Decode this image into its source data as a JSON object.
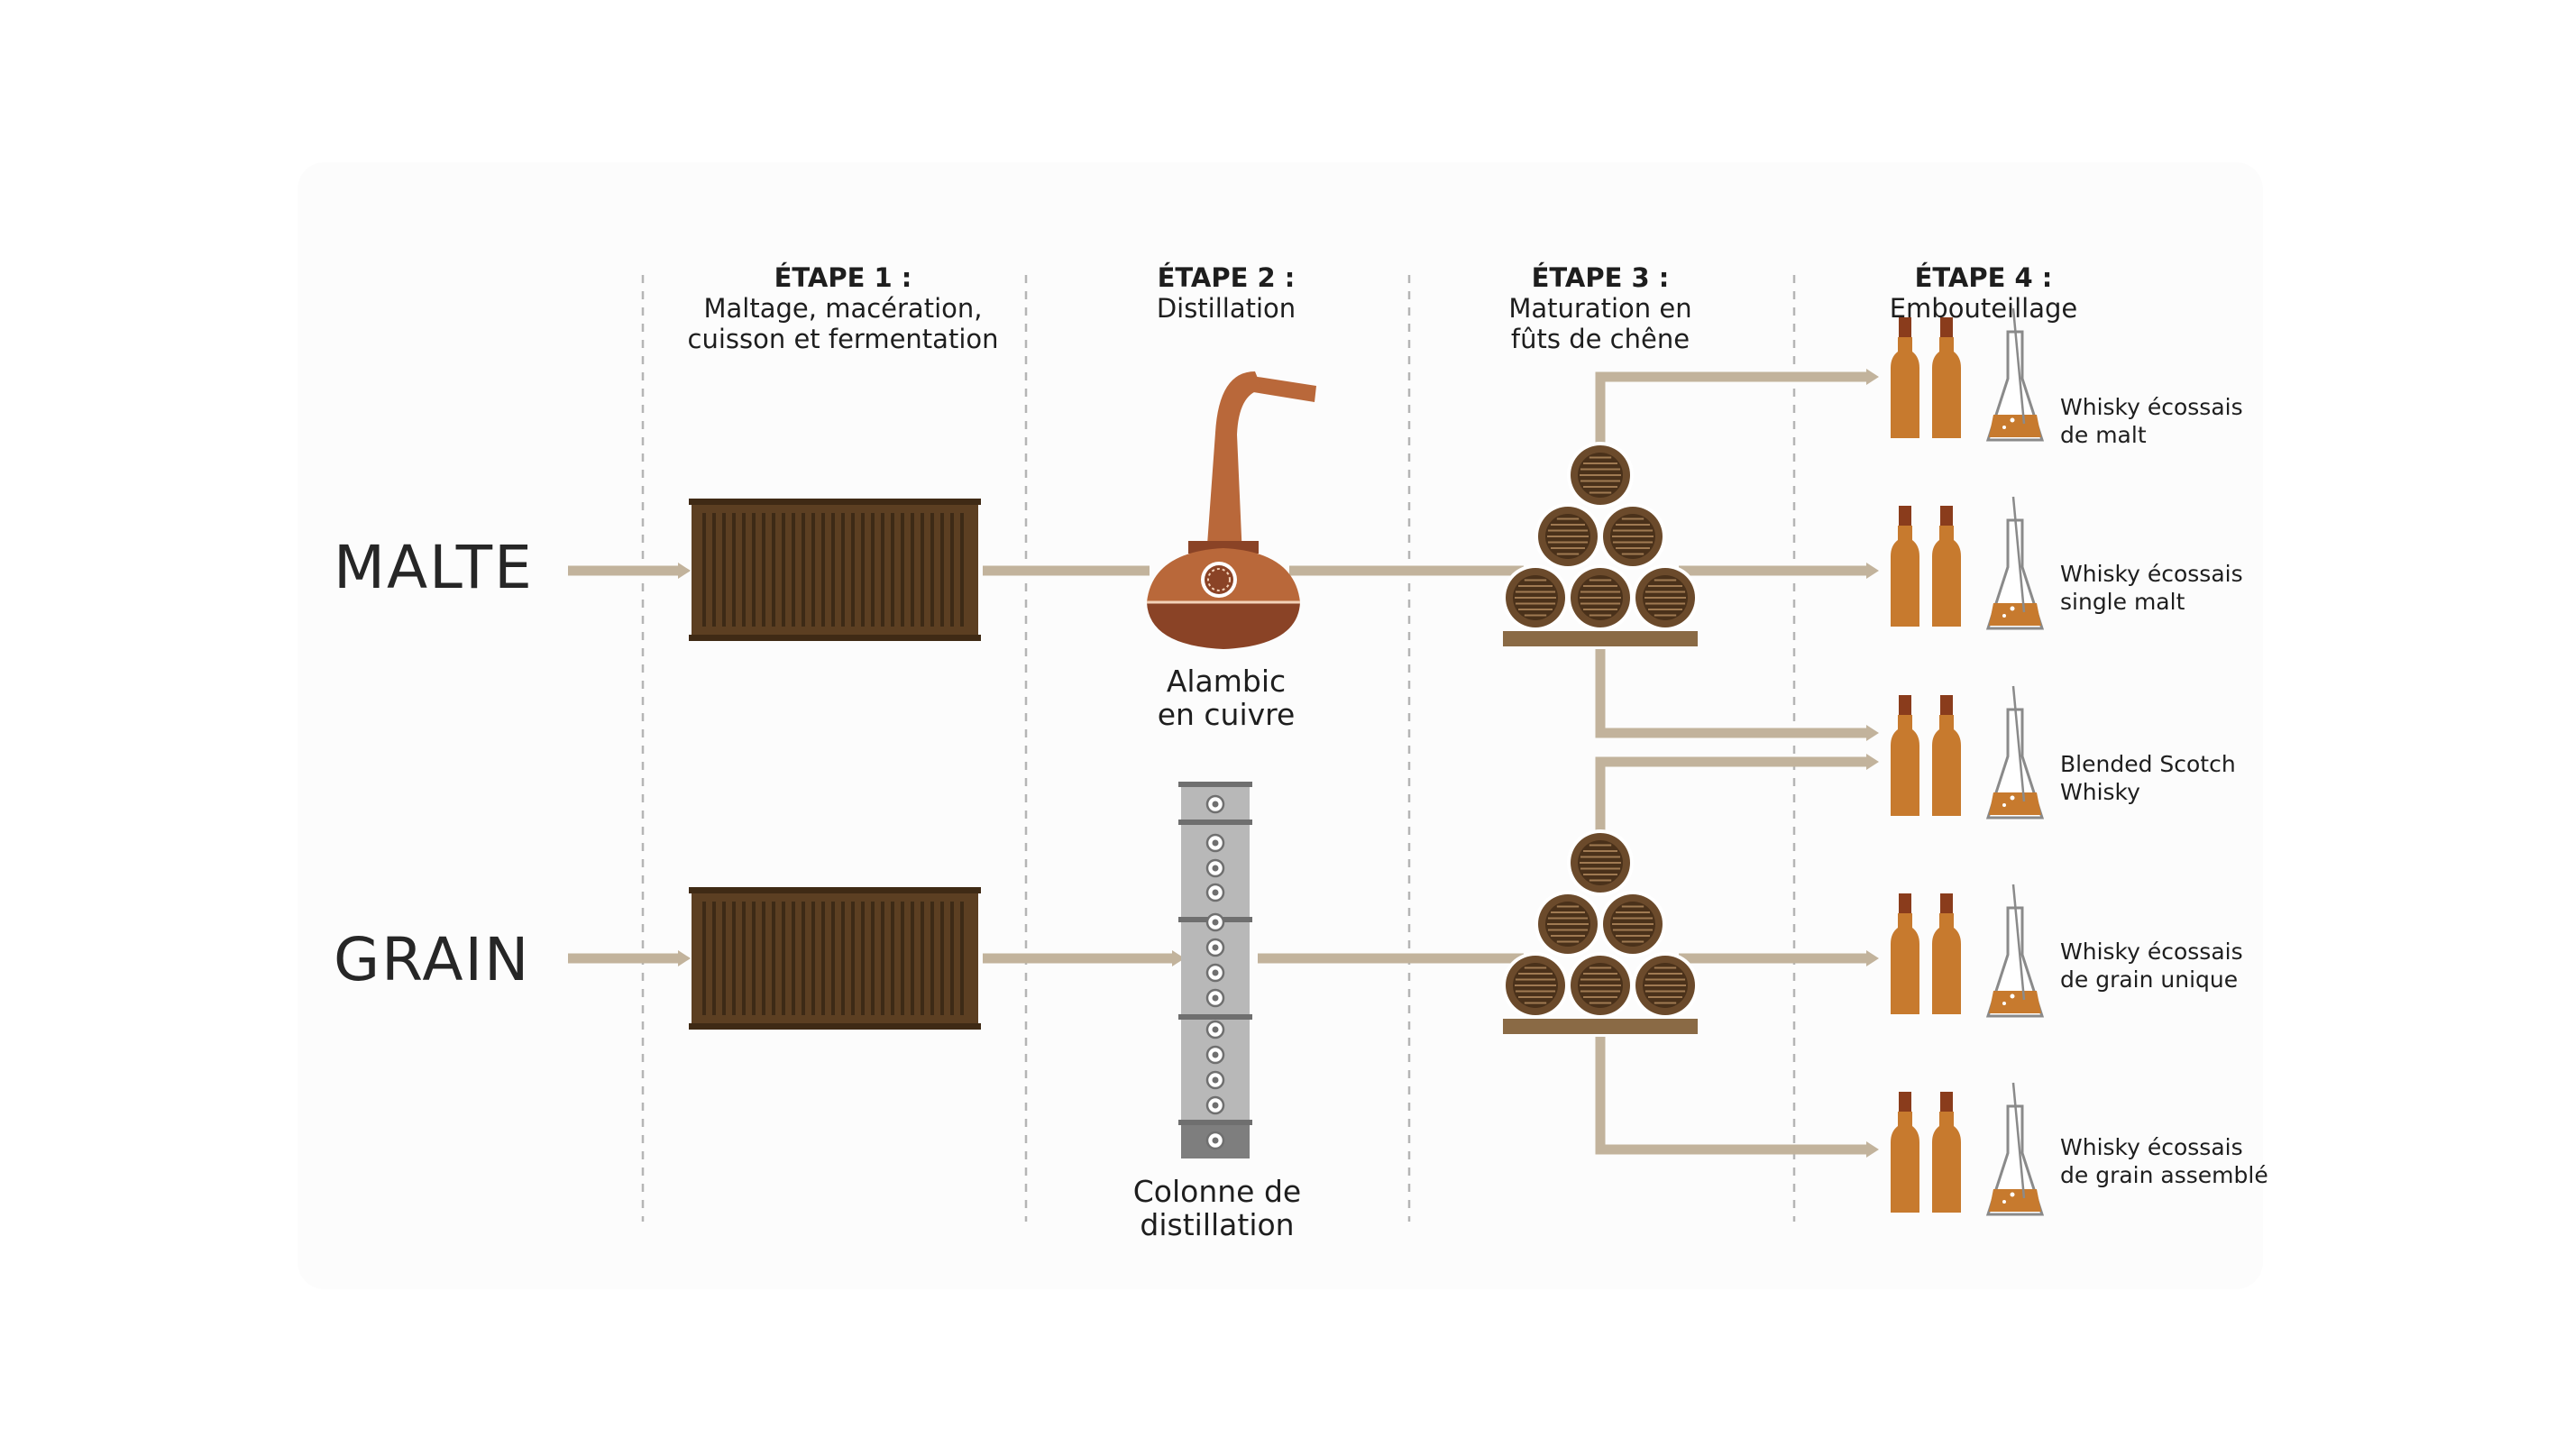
{
  "stages": [
    {
      "step": "ÉTAPE 1 :",
      "desc": "Maltage, macération,\ncuisson et fermentation"
    },
    {
      "step": "ÉTAPE 2 :",
      "desc": "Distillation"
    },
    {
      "step": "ÉTAPE 3 :",
      "desc": "Maturation en\nfûts de chêne"
    },
    {
      "step": "ÉTAPE 4 :",
      "desc": "Embouteillage"
    }
  ],
  "rows": {
    "malt": {
      "label": "MALTE",
      "still_label": "Alambic\nen cuivre"
    },
    "grain": {
      "label": "GRAIN",
      "still_label": "Colonne de\ndistillation"
    }
  },
  "products": [
    {
      "label": "Whisky écossais\nde malt"
    },
    {
      "label": "Whisky écossais\nsingle malt"
    },
    {
      "label": "Blended Scotch\nWhisky"
    },
    {
      "label": "Whisky écossais\nde grain unique"
    },
    {
      "label": "Whisky écossais\nde grain assemblé"
    }
  ],
  "colors": {
    "flow": "#c2b39c",
    "vat": "#5c3f22",
    "copper": "#b9683a",
    "copper_dark": "#8a4326",
    "barrel": "#6b4a2b",
    "column": "#b8b8b8",
    "bottle": "#c77a2e",
    "bottle_cap": "#8a3c1c",
    "divider": "#b5b5b5",
    "text": "#1e1e1e"
  },
  "icons": [
    "mash-tun-icon",
    "pot-still-icon",
    "column-still-icon",
    "barrel-stack-icon",
    "bottles-icon",
    "nosing-glass-icon"
  ]
}
